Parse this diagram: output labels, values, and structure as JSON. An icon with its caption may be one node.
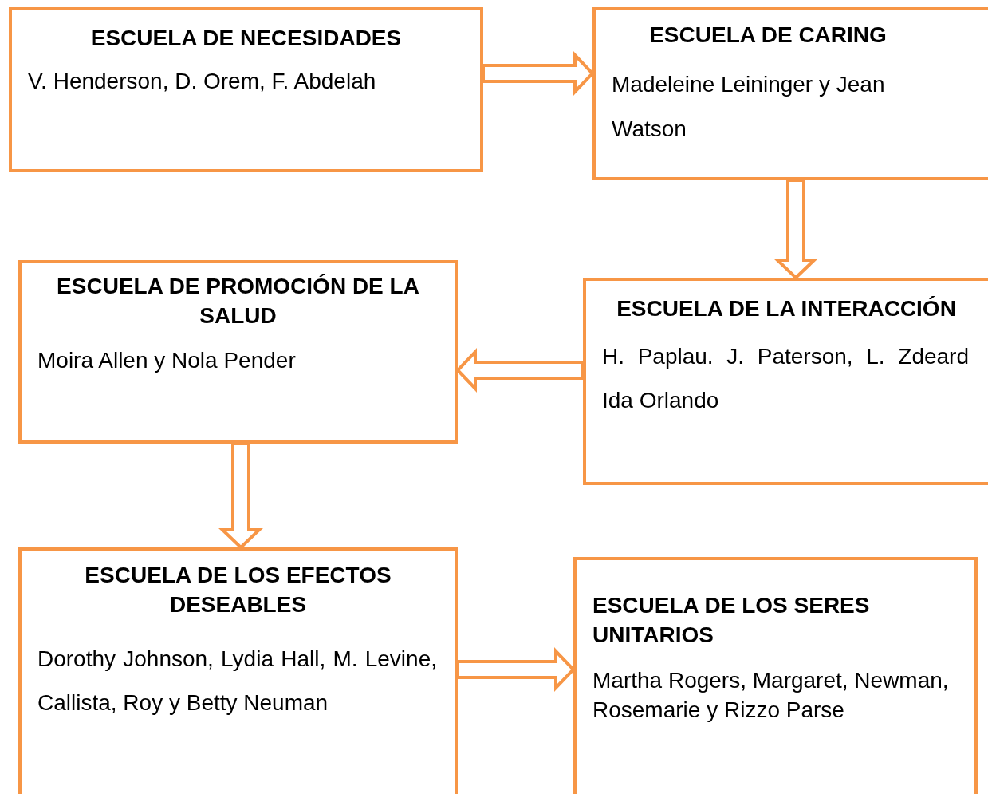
{
  "diagram": {
    "nodes": [
      {
        "text": [
          "ESCUELA DE NECESIDADES",
          "V. Henderson, D. Orem, F. Abdelah"
        ]
      },
      {
        "text": [
          "ESCUELA DE CARING",
          "Madeleine Leininger y Jean Watson"
        ]
      },
      {
        "text": [
          "ESCUELA DE PROMOCIÓN DE LA SALUD",
          "Moira Allen y Nola Pender"
        ]
      },
      {
        "text": [
          "ESCUELA DE LA INTERACCIÓN",
          "H. Paplau. J. Paterson, L. Zdeard Ida Orlando"
        ]
      },
      {
        "text": [
          "ESCUELA DE LOS EFECTOS DESEABLES",
          "Dorothy Johnson, Lydia Hall, M. Levine, Callista, Roy y Betty Neuman"
        ]
      },
      {
        "text": [
          "ESCUELA DE LOS SERES UNITARIOS",
          "Martha Rogers, Margaret, Newman, Rosemarie y Rizzo Parse"
        ]
      }
    ],
    "edges": [
      {
        "from": 0,
        "to": 1,
        "arrow": "to"
      },
      {
        "from": 1,
        "to": 3,
        "arrow": "to"
      },
      {
        "from": 3,
        "to": 2,
        "arrow": "to"
      },
      {
        "from": 2,
        "to": 4,
        "arrow": "to"
      },
      {
        "from": 4,
        "to": 5,
        "arrow": "to"
      }
    ]
  }
}
